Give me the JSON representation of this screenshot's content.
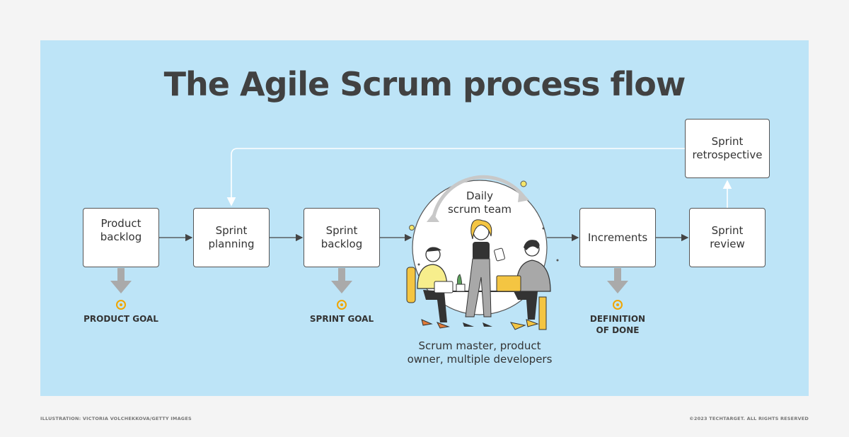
{
  "title": "The Agile Scrum process flow",
  "nodes": {
    "product_backlog": "Product\nbacklog",
    "sprint_planning": "Sprint\nplanning",
    "sprint_backlog": "Sprint\nbacklog",
    "daily_scrum": "Daily\nscrum team",
    "increments": "Increments",
    "sprint_review": "Sprint\nreview",
    "sprint_retrospective": "Sprint\nretrospective"
  },
  "goals": {
    "product_goal": "PRODUCT GOAL",
    "sprint_goal": "SPRINT GOAL",
    "definition_of_done": "DEFINITION\nOF DONE"
  },
  "team_caption": "Scrum master, product\nowner, multiple developers",
  "footer": {
    "credit": "ILLUSTRATION: VICTORIA VOLCHEKKOVA/GETTY IMAGES",
    "copyright": "©2023 TECHTARGET. ALL RIGHTS RESERVED"
  },
  "colors": {
    "panel_background": "#bde4f7",
    "goal_icon": "#f0a500",
    "down_arrow": "#aaaaaa"
  }
}
